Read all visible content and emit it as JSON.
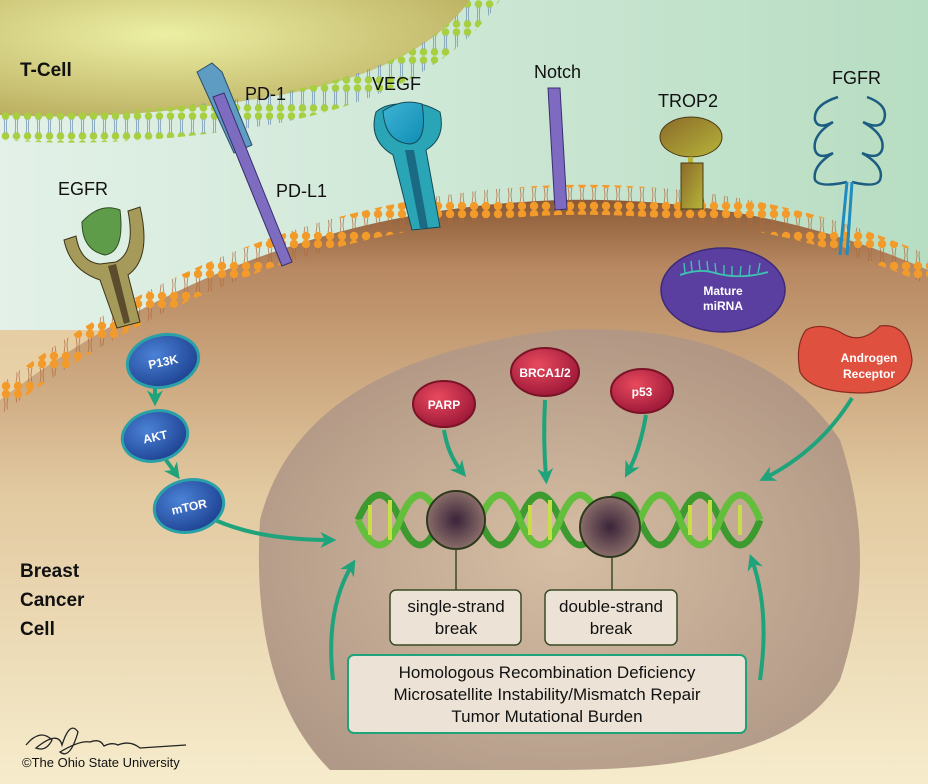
{
  "title_regions": {
    "t_cell": "T-Cell",
    "breast_cancer_cell": [
      "Breast",
      "Cancer",
      "Cell"
    ]
  },
  "receptors": {
    "pd1": "PD-1",
    "pdl1": "PD-L1",
    "vegf": "VEGF",
    "notch": "Notch",
    "trop2": "TROP2",
    "fgfr": "FGFR",
    "egfr": "EGFR"
  },
  "pathway": {
    "p13k": "P13K",
    "akt": "AKT",
    "mtor": "mTOR"
  },
  "cytoplasm": {
    "mirna_line1": "Mature",
    "mirna_line2": "miRNA",
    "androgen_line1": "Androgen",
    "androgen_line2": "Receptor"
  },
  "nucleus": {
    "parp": "PARP",
    "brca": "BRCA1/2",
    "p53": "p53",
    "ssb_line1": "single-strand",
    "ssb_line2": "break",
    "dsb_line1": "double-strand",
    "dsb_line2": "break",
    "biomarkers": [
      "Homologous Recombination Deficiency",
      "Microsatellite Instability/Mismatch Repair",
      "Tumor Mutational Burden"
    ]
  },
  "credit": {
    "signature": "A Baker",
    "copyright": "©The Ohio State University"
  },
  "colors": {
    "arrow": "#1fa37a",
    "pathway_node": "#2f5fb0",
    "dna_repair_node": "#c0243c",
    "mirna": "#5b3fa0",
    "androgen": "#e0503f"
  }
}
